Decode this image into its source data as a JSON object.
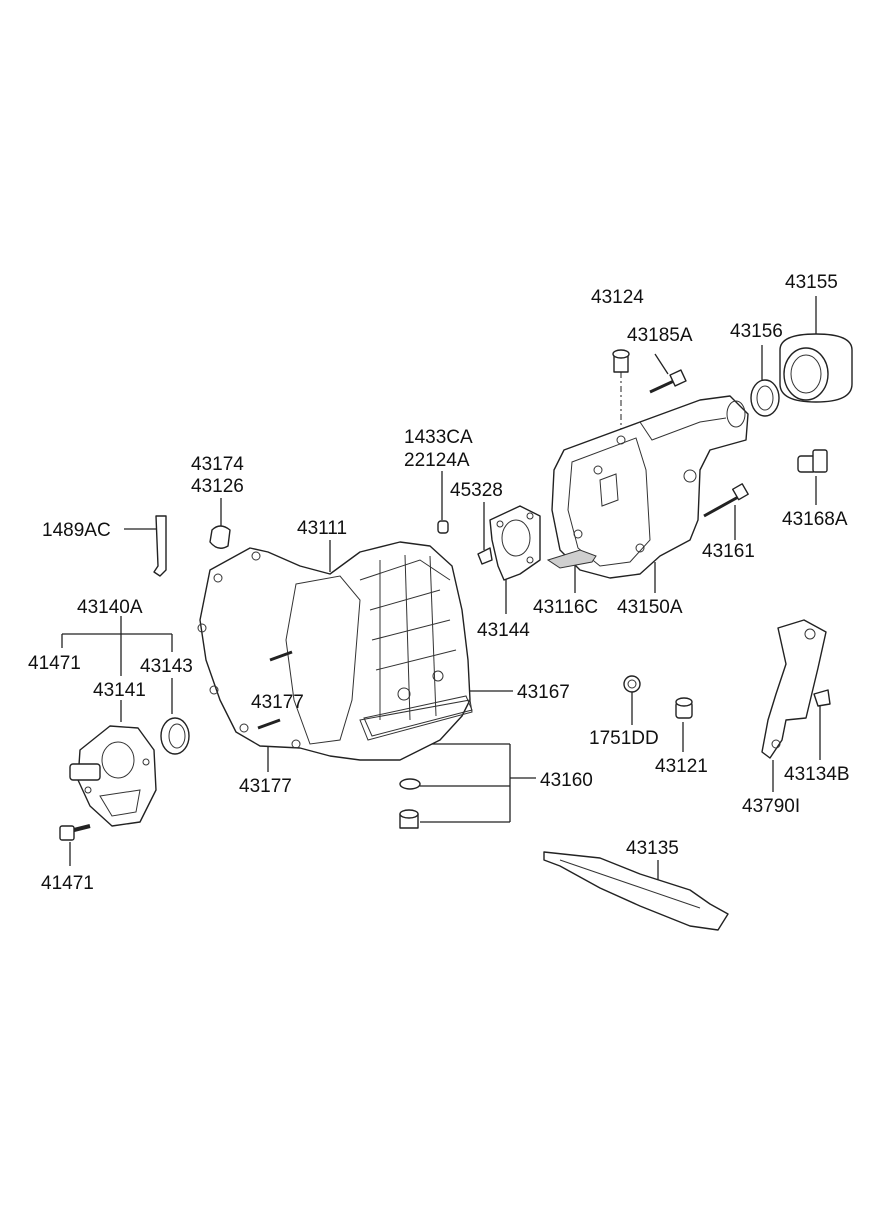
{
  "labels": {
    "p43124": "43124",
    "p43155": "43155",
    "p43185A": "43185A",
    "p43156": "43156",
    "p1433CA": "1433CA",
    "p22124A": "22124A",
    "p43174": "43174",
    "p43126": "43126",
    "p45328": "45328",
    "p43168A": "43168A",
    "p1489AC": "1489AC",
    "p43111": "43111",
    "p43161": "43161",
    "p43140A": "43140A",
    "p43116C": "43116C",
    "p43150A": "43150A",
    "p43144": "43144",
    "p41471_top": "41471",
    "p43143": "43143",
    "p43141": "43141",
    "p43177_a": "43177",
    "p43167": "43167",
    "p1751DD": "1751DD",
    "p43121": "43121",
    "p43134B": "43134B",
    "p43160": "43160",
    "p43177_b": "43177",
    "p43790I": "43790I",
    "p43135": "43135",
    "p41471_bottom": "41471"
  }
}
